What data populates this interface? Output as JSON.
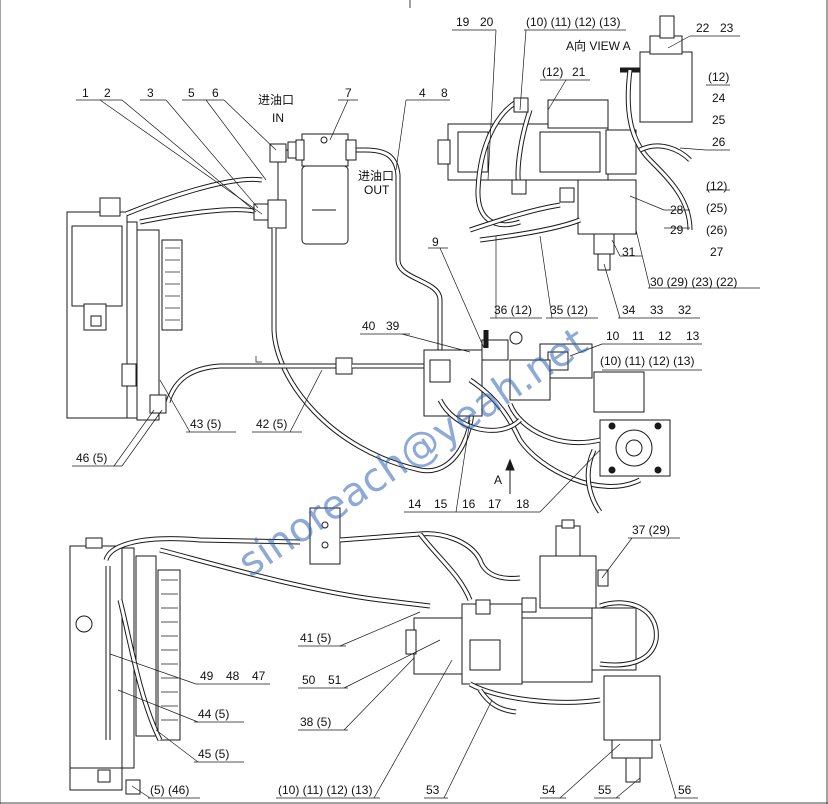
{
  "labels": {
    "l1": "1",
    "l2": "2",
    "l3": "3",
    "l5": "5",
    "l6": "6",
    "l7": "7",
    "l4": "4",
    "l8": "8",
    "l9": "9",
    "inlet_cn": "进油口",
    "inlet_en": "IN",
    "outlet_cn": "进油口",
    "outlet_en": "OUT",
    "l19": "19",
    "l20": "20",
    "top_group": "(10) (11) (12) (13)",
    "view_a": "A向 VIEW A",
    "l22": "22",
    "l23": "23",
    "p12_21": "(12)",
    "l21": "21",
    "r12": "(12)",
    "r24": "24",
    "r25": "25",
    "r26": "26",
    "rp12": "(12)",
    "rp25": "(25)",
    "rp26": "(26)",
    "r27": "27",
    "l28": "28",
    "l29": "29",
    "l31": "31",
    "b30": "30 (29) (23) (22)",
    "l34": "34",
    "l33": "33",
    "l32": "32",
    "l36": "36 (12)",
    "l35": "35 (12)",
    "l40": "40",
    "l39": "39",
    "mid10": "10",
    "mid11": "11",
    "mid12": "12",
    "mid13": "13",
    "mid_group": "(10) (11) (12) (13)",
    "l43": "43 (5)",
    "l42": "42 (5)",
    "l46": "46 (5)",
    "arrow_a": "A",
    "l14": "14",
    "l15": "15",
    "l16": "16",
    "l17": "17",
    "l18": "18",
    "l37": "37 (29)",
    "l41": "41 (5)",
    "l49": "49",
    "l48": "48",
    "l47": "47",
    "l50": "50",
    "l51": "51",
    "l44": "44 (5)",
    "l38": "38 (5)",
    "l45": "45 (5)",
    "bot_group": "(10) (11) (12) (13)",
    "l53": "53",
    "l54": "54",
    "l55": "55",
    "l56": "56",
    "l5_46": "(5) (46)"
  },
  "watermark": "sinoreach@yeah.net",
  "colors": {
    "line": "#1a1a1a",
    "watermark": "#2f64b4",
    "background": "#ffffff"
  }
}
